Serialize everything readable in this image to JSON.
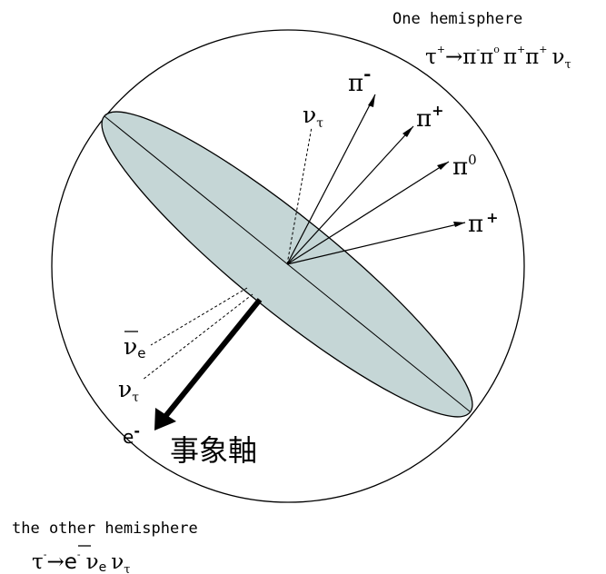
{
  "one_hemisphere": {
    "title": "One hemisphere",
    "decay": {
      "tau": "τ",
      "tau_charge": "+",
      "arrow": "→",
      "p1": "π",
      "p1c": "-",
      "p2": "π",
      "p2c": "o",
      "p3": "π",
      "p3c": "+",
      "p4": "π",
      "p4c": "+",
      "nu": "ν",
      "nu_sub": "τ"
    }
  },
  "other_hemisphere": {
    "title": "the other hemisphere",
    "decay": {
      "tau": "τ",
      "tau_charge": "-",
      "arrow": "→",
      "e": "e",
      "e_charge": "-",
      "nubar": "ν",
      "nubar_sub": "e",
      "nu": "ν",
      "nu_sub": "τ"
    }
  },
  "particles": {
    "nu_tau_upper": {
      "sym": "ν",
      "sub": "τ"
    },
    "pi_minus": {
      "sym": "π",
      "sup": "-"
    },
    "pi_plus_1": {
      "sym": "π",
      "sup": "+"
    },
    "pi_zero": {
      "sym": "π",
      "sup": "0"
    },
    "pi_plus_2": {
      "sym": "π",
      "sup": "+"
    },
    "nubar_e": {
      "sym": "ν",
      "sub": "e"
    },
    "nu_tau_lower": {
      "sym": "ν",
      "sub": "τ"
    },
    "electron": {
      "sym": "e",
      "sup": "-"
    }
  },
  "event_axis_label": "事象軸",
  "colors": {
    "ellipse_fill": "#c5d6d6",
    "stroke": "#000000"
  }
}
